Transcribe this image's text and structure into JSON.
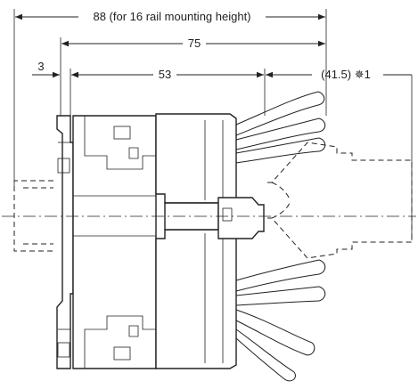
{
  "dimensions": {
    "overall_88": "88 (for 16 rail mounting height)",
    "width_75": "75",
    "offset_3": "3",
    "body_53": "53",
    "cable_41_5": "(41.5) ✵1"
  },
  "colors": {
    "line": "#222222",
    "background": "#ffffff"
  }
}
